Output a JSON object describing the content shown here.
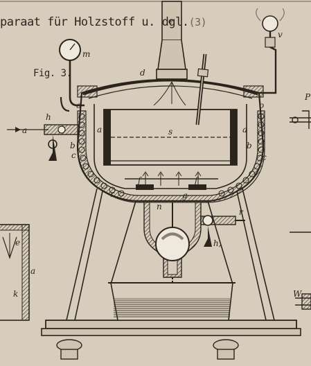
{
  "header": {
    "title": "paraat für Holzstoff u. dgl.",
    "plate_number": "(3)"
  },
  "figure": {
    "caption": "Fig. 3."
  },
  "labels": {
    "e": "e",
    "m": "m",
    "d": "d",
    "v": "v",
    "o": "o",
    "h": "h",
    "a": "a",
    "s": "s",
    "b": "b",
    "c": "c",
    "f": "f",
    "g": "g",
    "n": "n",
    "r": "r",
    "h1": "h,",
    "k": "k",
    "W": "W",
    "P": "P"
  },
  "colors": {
    "paper": "#d8cdbc",
    "ink": "#2a241d",
    "shade": "#5b5247"
  }
}
